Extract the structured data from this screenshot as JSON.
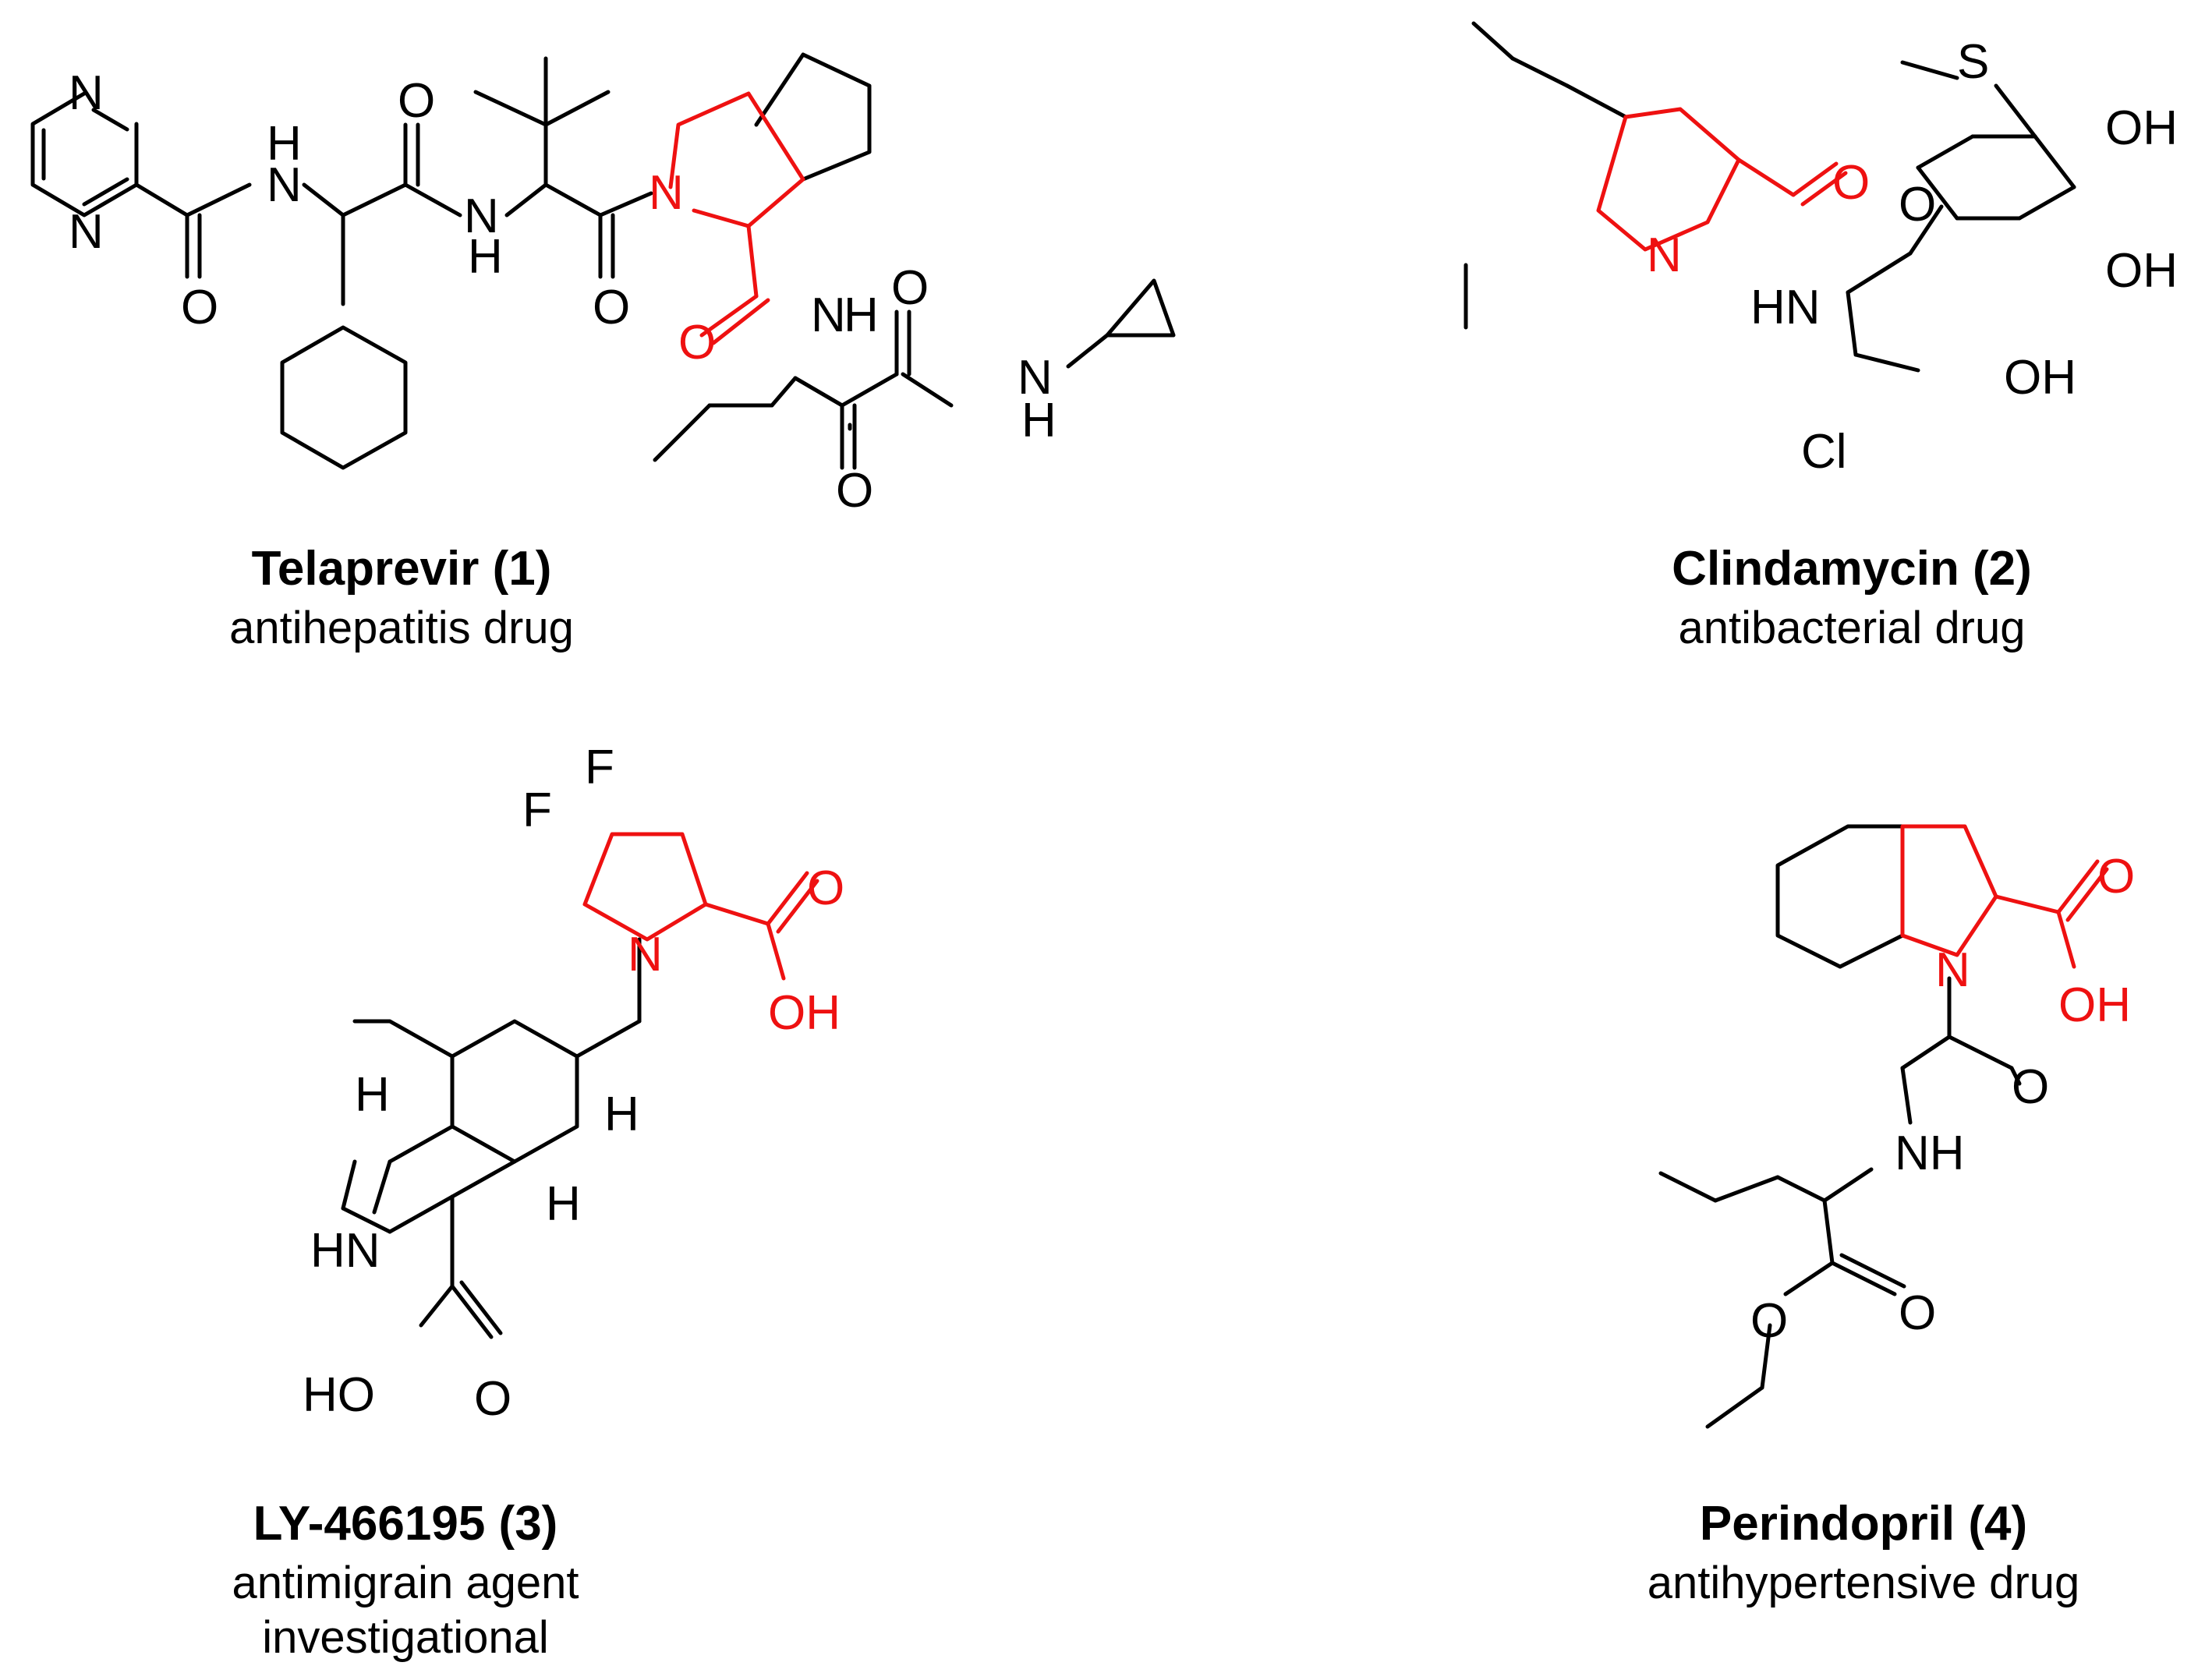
{
  "colors": {
    "bond": "#000000",
    "highlight": "#ee1111",
    "background": "#ffffff"
  },
  "molecules": [
    {
      "id": "telaprevir",
      "name": "Telaprevir (1)",
      "description": "antihepatitis drug",
      "atoms": [
        "N",
        "N",
        "H",
        "N",
        "O",
        "O",
        "N",
        "H",
        "O",
        "N",
        "O",
        "N",
        "H",
        "O",
        "O",
        "N",
        "H"
      ]
    },
    {
      "id": "clindamycin",
      "name": "Clindamycin (2)",
      "description": "antibacterial drug",
      "atoms": [
        "S",
        "OH",
        "O",
        "OH",
        "OH",
        "N",
        "O",
        "HN",
        "Cl"
      ]
    },
    {
      "id": "ly466195",
      "name": "LY-466195 (3)",
      "description": "antimigrain agent",
      "description2": "investigational",
      "atoms": [
        "F",
        "F",
        "N",
        "O",
        "OH",
        "H",
        "H",
        "H",
        "HN",
        "HO",
        "O"
      ]
    },
    {
      "id": "perindopril",
      "name": "Perindopril (4)",
      "description": "antihypertensive drug",
      "atoms": [
        "N",
        "O",
        "OH",
        "O",
        "NH",
        "O",
        "O"
      ]
    }
  ]
}
